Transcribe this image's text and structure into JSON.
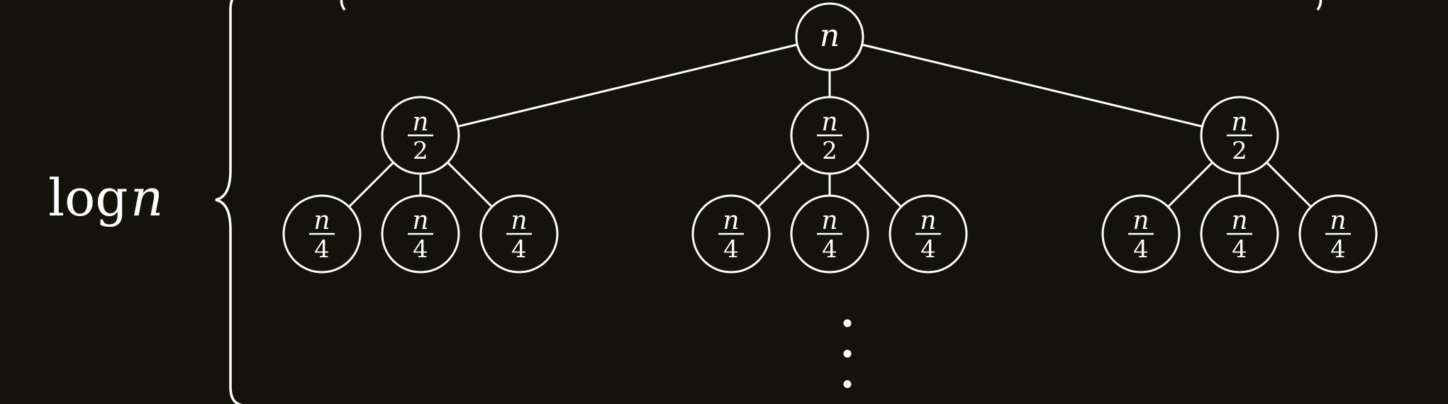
{
  "colors": {
    "background": "#13130b",
    "foreground": "#ffffff"
  },
  "brace_label": {
    "fn": "log",
    "var": "n"
  },
  "tree": {
    "root": {
      "label": "n"
    },
    "level1": [
      {
        "num": "n",
        "den": "2"
      },
      {
        "num": "n",
        "den": "2"
      },
      {
        "num": "n",
        "den": "2"
      }
    ],
    "level2": [
      {
        "num": "n",
        "den": "4"
      },
      {
        "num": "n",
        "den": "4"
      },
      {
        "num": "n",
        "den": "4"
      },
      {
        "num": "n",
        "den": "4"
      },
      {
        "num": "n",
        "den": "4"
      },
      {
        "num": "n",
        "den": "4"
      },
      {
        "num": "n",
        "den": "4"
      },
      {
        "num": "n",
        "den": "4"
      },
      {
        "num": "n",
        "den": "4"
      }
    ],
    "continuation": "vertical-ellipsis"
  }
}
